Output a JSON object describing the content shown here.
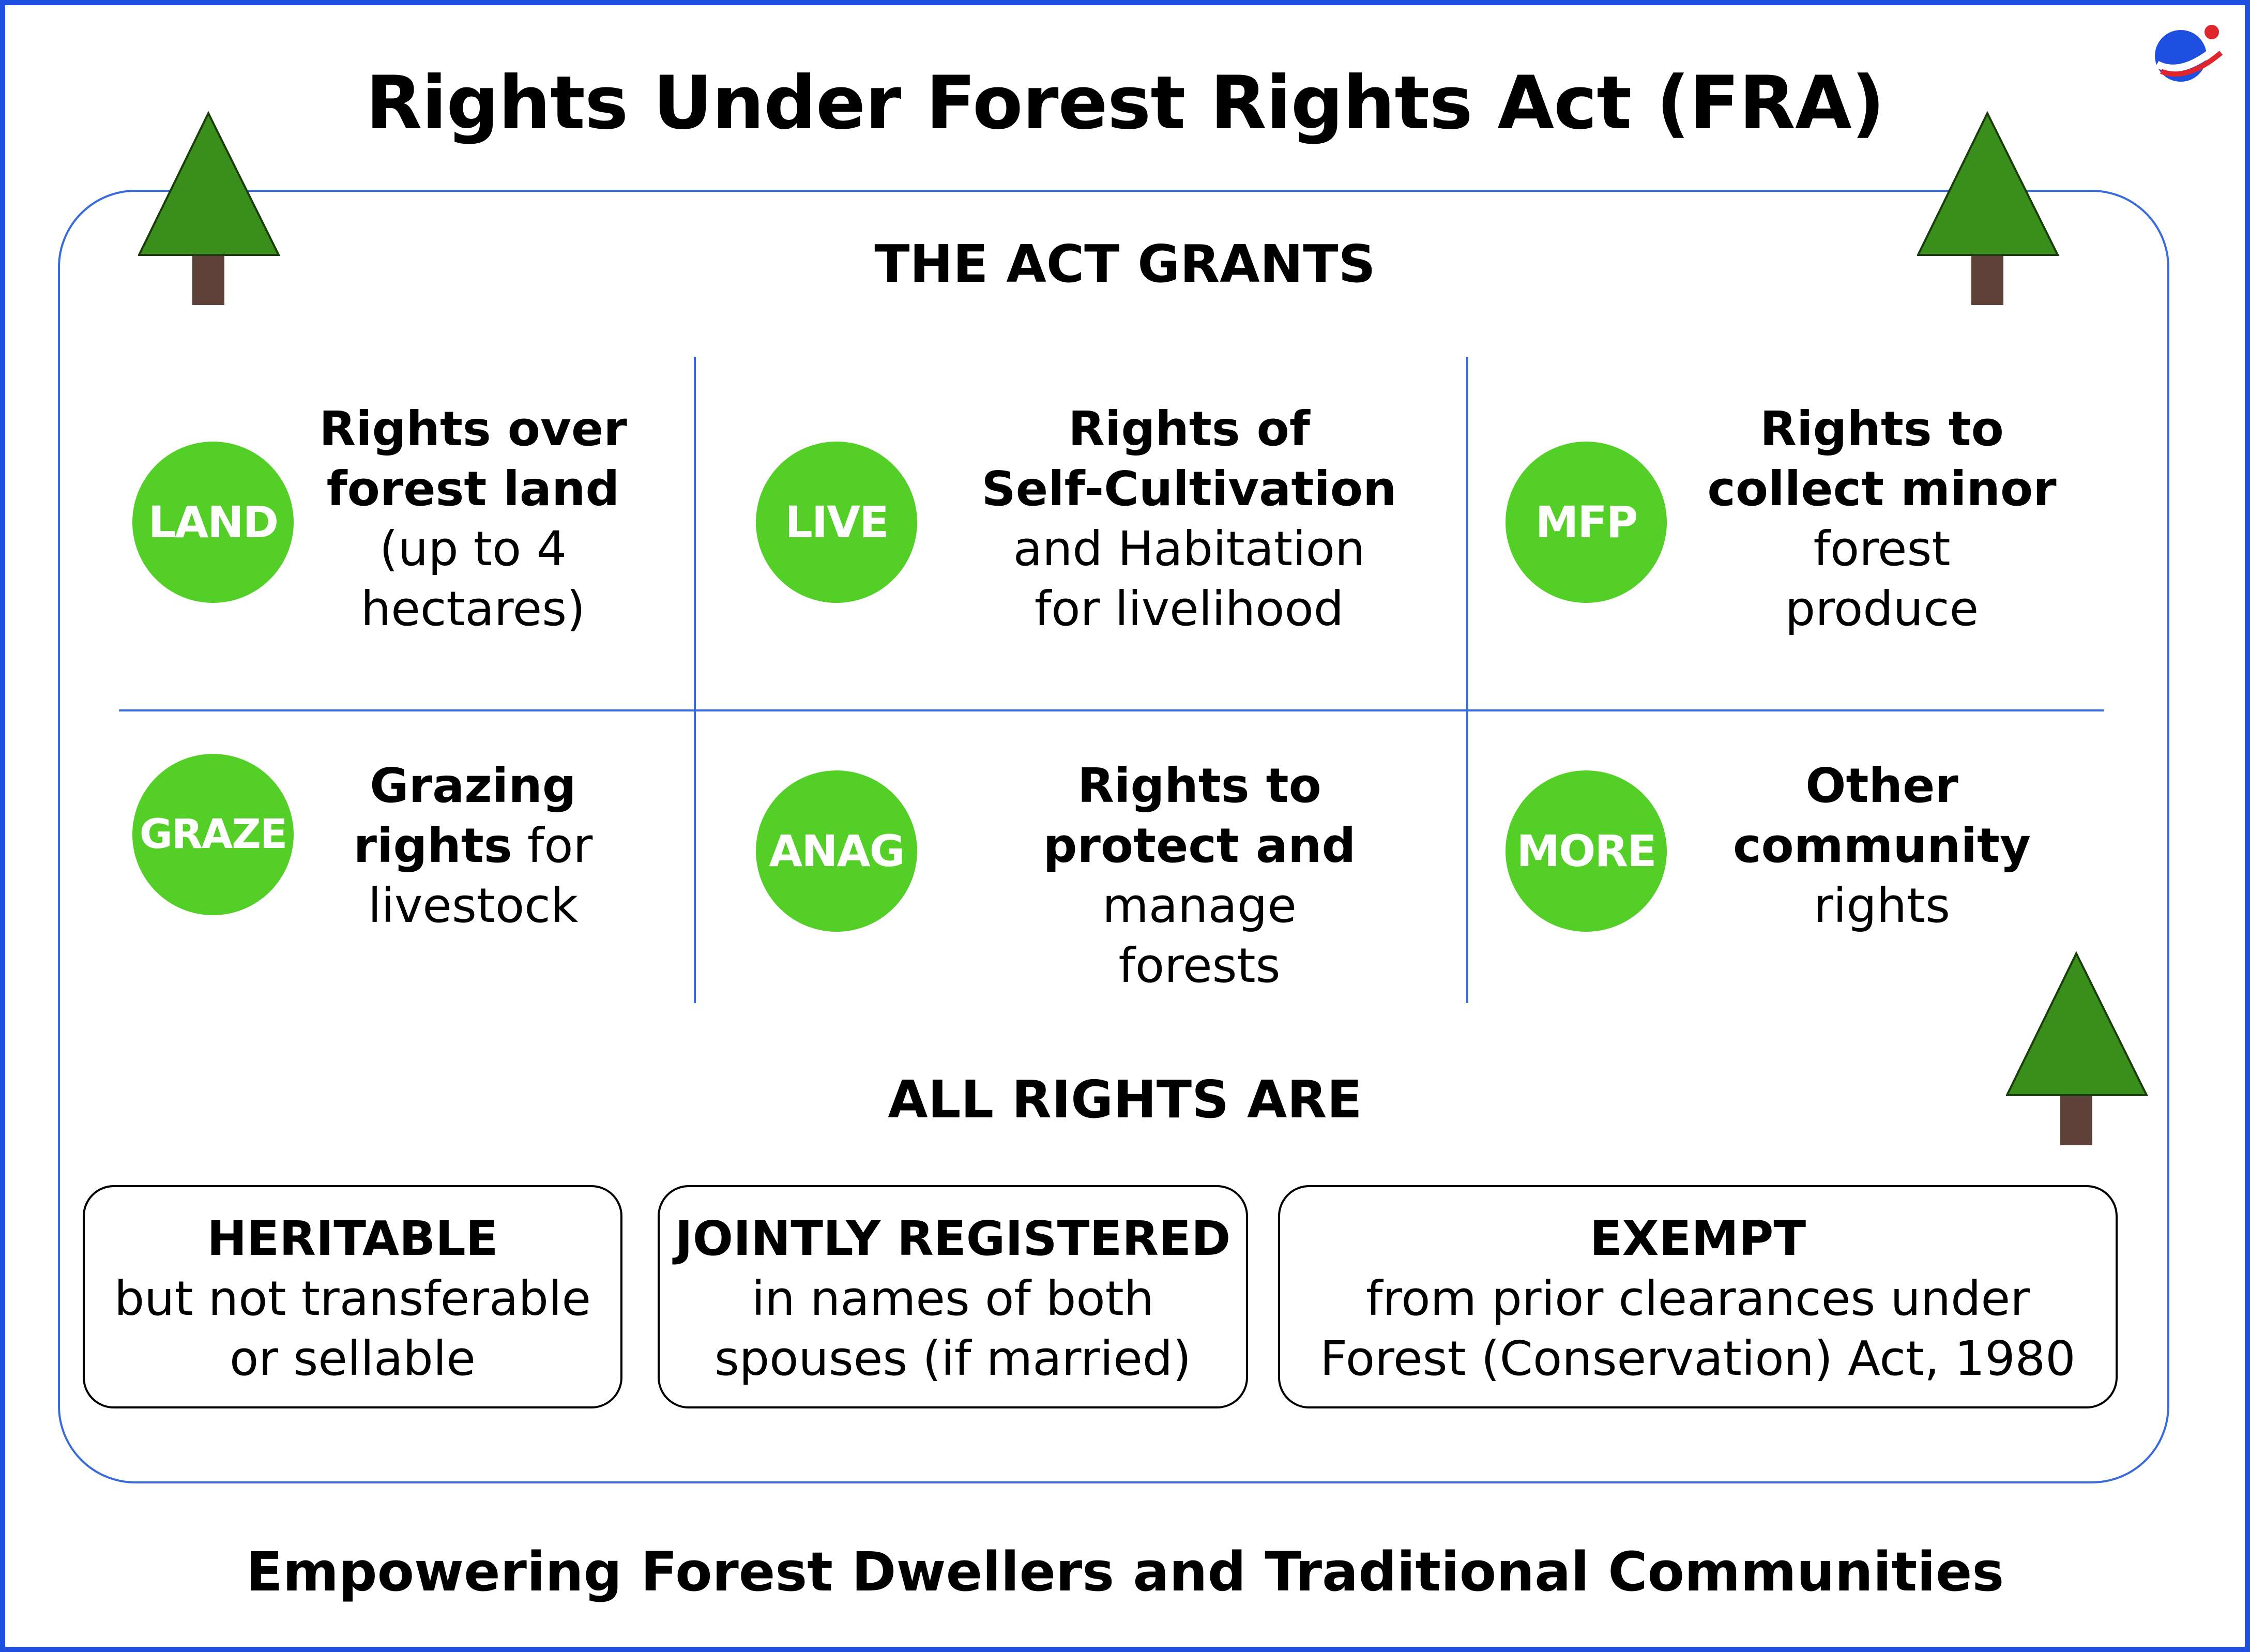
{
  "title": "Rights Under Forest Rights Act (FRA)",
  "grants_heading": "THE ACT GRANTS",
  "rights": [
    {
      "badge": "LAND",
      "bold_lines": [
        "Rights over",
        "forest land"
      ],
      "normal_lines": [
        "(up to 4",
        "hectares)"
      ]
    },
    {
      "badge": "LIVE",
      "bold_lines": [
        "Rights of",
        "Self-Cultivation"
      ],
      "normal_lines": [
        "and Habitation",
        "for livelihood"
      ]
    },
    {
      "badge": "MFP",
      "bold_lines": [
        "Rights to",
        "collect minor"
      ],
      "normal_lines": [
        "forest",
        "produce"
      ]
    },
    {
      "badge": "GRAZE",
      "bold_lines": [
        "Grazing",
        "rights"
      ],
      "inline_normal": " for",
      "normal_lines": [
        "livestock"
      ]
    },
    {
      "badge": "ANAG",
      "bold_lines": [
        "Rights to",
        "protect and"
      ],
      "normal_lines": [
        "manage",
        "forests"
      ]
    },
    {
      "badge": "MORE",
      "bold_lines": [
        "Other",
        "community"
      ],
      "normal_lines": [
        "rights"
      ]
    }
  ],
  "all_rights_heading": "ALL RIGHTS ARE",
  "attributes": [
    {
      "heading": "HERITABLE",
      "lines": [
        "but not transferable",
        "or sellable"
      ]
    },
    {
      "heading": "JOINTLY REGISTERED",
      "lines": [
        "in names of both",
        "spouses (if married)"
      ]
    },
    {
      "heading": "EXEMPT",
      "lines": [
        "from prior clearances under",
        "Forest (Conservation) Act, 1980"
      ]
    }
  ],
  "footer": "Empowering Forest Dwellers and Traditional Communities",
  "colors": {
    "frame": "#1f4fe0",
    "panel_border": "#3a6bdc",
    "badge": "#54cf27",
    "tree_foliage": "#3a8f1c",
    "tree_trunk": "#5d4037",
    "logo_blue": "#1f4fe0",
    "logo_red": "#e0262d"
  }
}
